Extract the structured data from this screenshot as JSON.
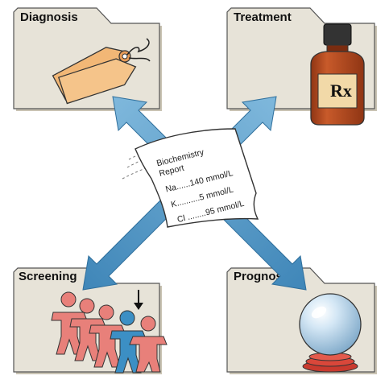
{
  "folders": {
    "diagnosis": "Diagnosis",
    "treatment": "Treatment",
    "screening": "Screening",
    "prognosis": "Prognosis"
  },
  "report": {
    "title_line1": "Biochemistry",
    "title_line2": "Report",
    "line1": "Na......140 mmol/L",
    "line2": "K..........5 mmol/L",
    "line3": "Cl ........95 mmol/L"
  },
  "bottle_label": "Rx",
  "colors": {
    "folder_fill": "#e7e3d8",
    "folder_shadow": "#c9c3b3",
    "arrow_blue": "#5aa0cc",
    "tag_orange": "#f2b776",
    "bottle_brown": "#b24a22",
    "person_pink": "#e8807a",
    "person_blue": "#3c8fc4",
    "ball_blue": "#bcd8ee",
    "stand_red": "#d9473a"
  }
}
